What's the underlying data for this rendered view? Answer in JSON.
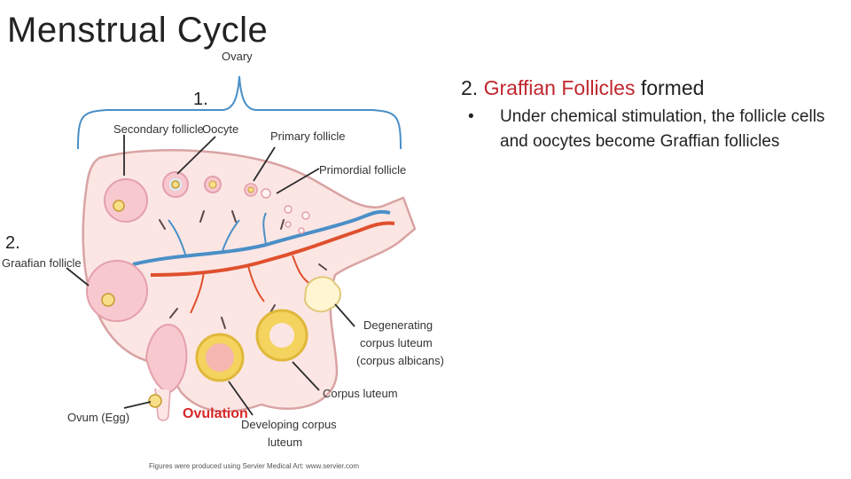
{
  "slide": {
    "title": "Menstrual Cycle",
    "marker_1": "1.",
    "marker_2": "2."
  },
  "diagram": {
    "labels": {
      "ovary": "Ovary",
      "secondary_follicle": "Secondary follicle",
      "oocyte": "Oocyte",
      "primary_follicle": "Primary follicle",
      "primordial_follicle": "Primordial follicle",
      "graafian_follicle": "Graafian follicle",
      "degenerating_1": "Degenerating",
      "degenerating_2": "corpus luteum",
      "degenerating_3": "(corpus albicans)",
      "corpus_luteum": "Corpus luteum",
      "ovum": "Ovum (Egg)",
      "ovulation": "Ovulation",
      "developing_1": "Developing corpus",
      "developing_2": "luteum",
      "credit": "Figures were produced using Servier Medical Art: www.servier.com"
    },
    "colors": {
      "stroma": "#fbe6e4",
      "outline": "#d9a3a3",
      "artery": "#e0502c",
      "vein": "#4a8fc7",
      "corpus_luteum": "#f4d35e",
      "callout": "#2b2b2b",
      "ovulation": "#d62828"
    }
  },
  "content": {
    "heading_number": "2.",
    "heading_accent": "Graffian Follicles",
    "heading_rest": "formed",
    "bullet_symbol": "•",
    "bullet_text": "Under chemical stimulation, the follicle cells and oocytes become Graffian follicles",
    "accent_color": "#c0262d"
  }
}
